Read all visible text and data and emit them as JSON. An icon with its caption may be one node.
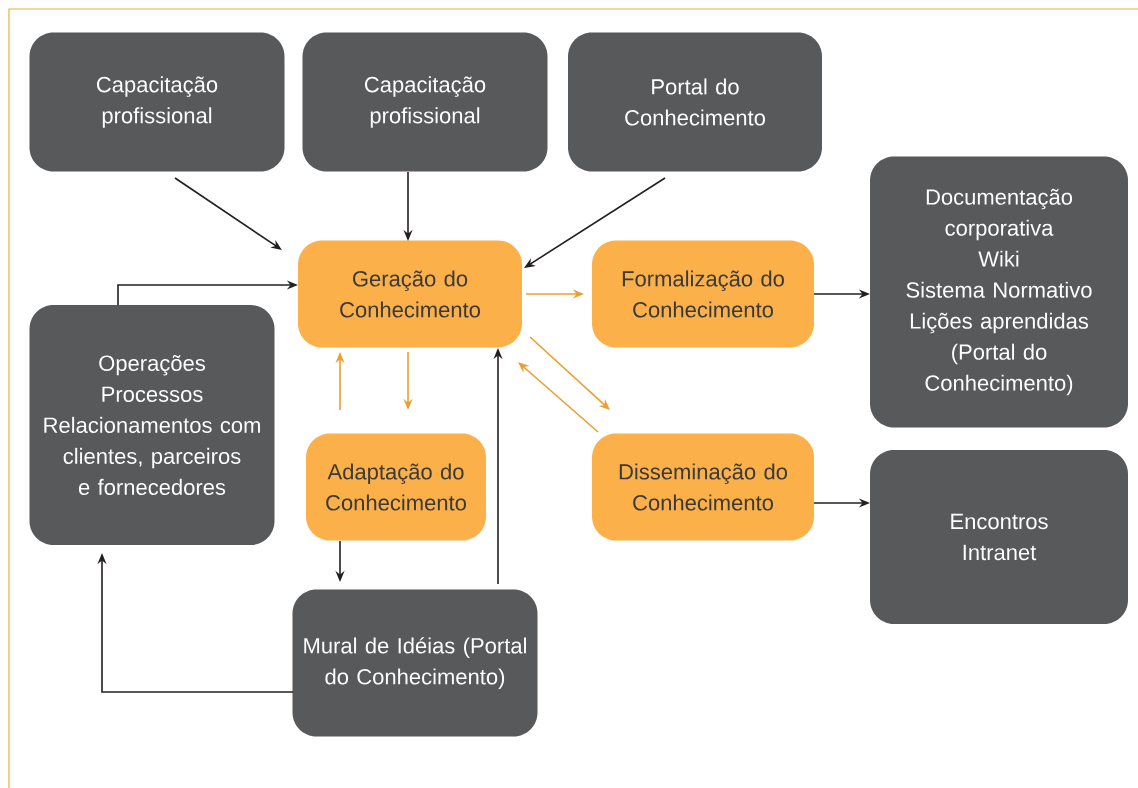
{
  "diagram": {
    "nodes": [
      {
        "text": [
          "Capacitação profissional"
        ]
      },
      {
        "text": [
          "Capacitação profissional"
        ]
      },
      {
        "text": [
          "Portal do Conhecimento"
        ]
      },
      {
        "text": [
          "Geração do Conhecimento"
        ]
      },
      {
        "text": [
          "Formalização do Conhecimento"
        ]
      },
      {
        "text": [
          "Documentação corporativa",
          "Wiki",
          "Sistema Normativo",
          "Lições aprendidas (Portal do Conhecimento)"
        ]
      },
      {
        "text": [
          "Operações",
          "Processos",
          "Relacionamentos com clientes, parceiros e fornecedores"
        ]
      },
      {
        "text": [
          "Adaptação do Conhecimento"
        ]
      },
      {
        "text": [
          "Disseminação do Conhecimento"
        ]
      },
      {
        "text": [
          "Encontros",
          "Intranet"
        ]
      },
      {
        "text": [
          "Mural de Idéias (Portal do Conhecimento)"
        ]
      }
    ],
    "edges": [
      {
        "from": 0,
        "to": 3,
        "arrow": "to"
      },
      {
        "from": 1,
        "to": 3,
        "arrow": "to"
      },
      {
        "from": 2,
        "to": 3,
        "arrow": "to"
      },
      {
        "from": 3,
        "to": 4,
        "arrow": "to",
        "color": "#e8a030"
      },
      {
        "from": 4,
        "to": 5,
        "arrow": "to"
      },
      {
        "from": 6,
        "to": 3,
        "arrow": "to"
      },
      {
        "from": 7,
        "to": 3,
        "arrow": "to",
        "color": "#e8a030"
      },
      {
        "from": 3,
        "to": 7,
        "arrow": "to",
        "color": "#e8a030"
      },
      {
        "from": 3,
        "to": 8,
        "arrow": "to",
        "color": "#e8a030"
      },
      {
        "from": 8,
        "to": 3,
        "arrow": "to",
        "color": "#e8a030"
      },
      {
        "from": 8,
        "to": 9,
        "arrow": "to"
      },
      {
        "from": 7,
        "to": 10,
        "arrow": "to"
      },
      {
        "from": 10,
        "to": 3,
        "arrow": "to"
      },
      {
        "from": 10,
        "to": 6,
        "arrow": "to"
      }
    ]
  }
}
